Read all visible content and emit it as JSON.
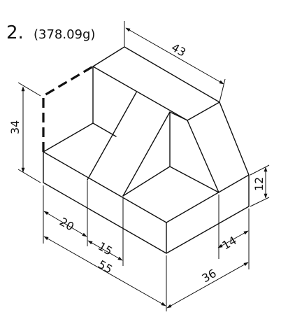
{
  "title": {
    "number": "2.",
    "mass": "(378.09g)"
  },
  "dimensions": {
    "top_depth": "43",
    "height_left": "34",
    "height_right": "12",
    "front_20": "20",
    "front_15": "15",
    "front_55": "55",
    "side_14": "14",
    "side_36": "36"
  },
  "style": {
    "line_color": "#111111",
    "background": "#ffffff"
  }
}
